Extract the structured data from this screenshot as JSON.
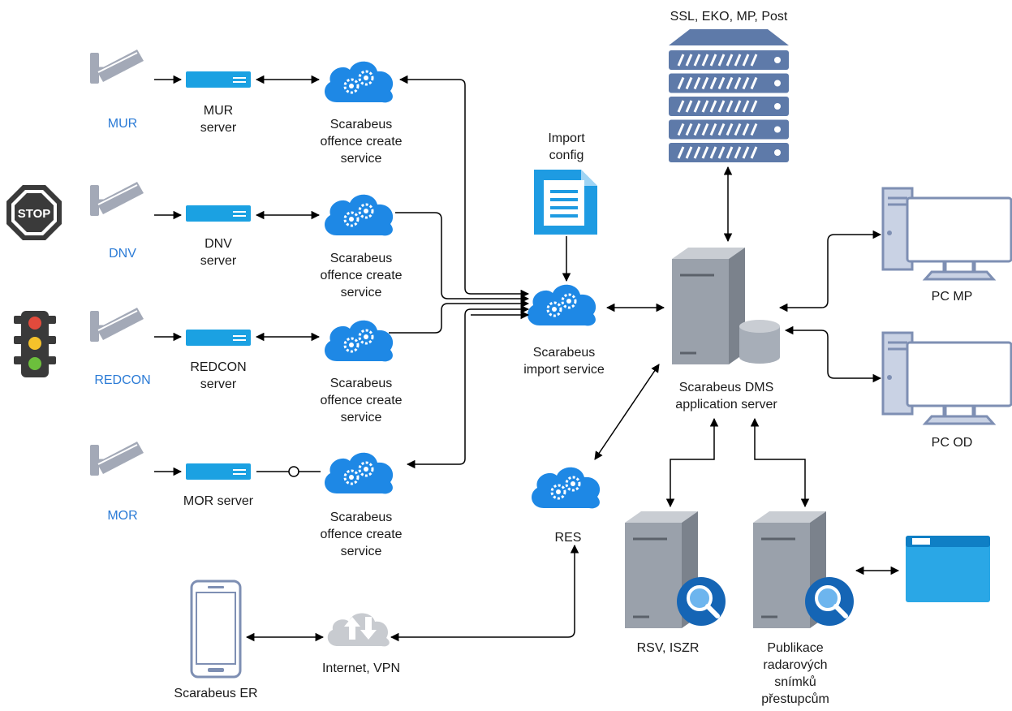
{
  "sources": {
    "mur": {
      "camera": "MUR",
      "server": "MUR\nserver"
    },
    "dnv": {
      "camera": "DNV",
      "server": "DNV\nserver"
    },
    "redcon": {
      "camera": "REDCON",
      "server": "REDCON\nserver"
    },
    "mor": {
      "camera": "MOR",
      "server": "MOR server"
    }
  },
  "services": {
    "offence_create": "Scarabeus\noffence create\nservice",
    "import_config": "Import\nconfig",
    "import_service": "Scarabeus\nimport service",
    "res": "RES"
  },
  "external_systems": {
    "top_server": "SSL, EKO, MP, Post",
    "dms": "Scarabeus DMS\napplication server",
    "pc_mp": "PC MP",
    "pc_od": "PC OD",
    "rsv": "RSV, ISZR",
    "publikace": "Publikace\nradarových\nsnímků\npřestupcům"
  },
  "mobile": {
    "internet": "Internet, VPN",
    "er": "Scarabeus ER"
  },
  "icons": {
    "stop_sign_text": "STOP"
  },
  "colors": {
    "camera": "#a3a9b7",
    "server_box": "#1ba1e2",
    "cloud": "#1e88e5",
    "doc": "#1e9be2",
    "rack": "#5e7aa9",
    "tower": "#9aa1ab",
    "label_blue": "#2b7bd6",
    "window": "#2aa7e6"
  }
}
